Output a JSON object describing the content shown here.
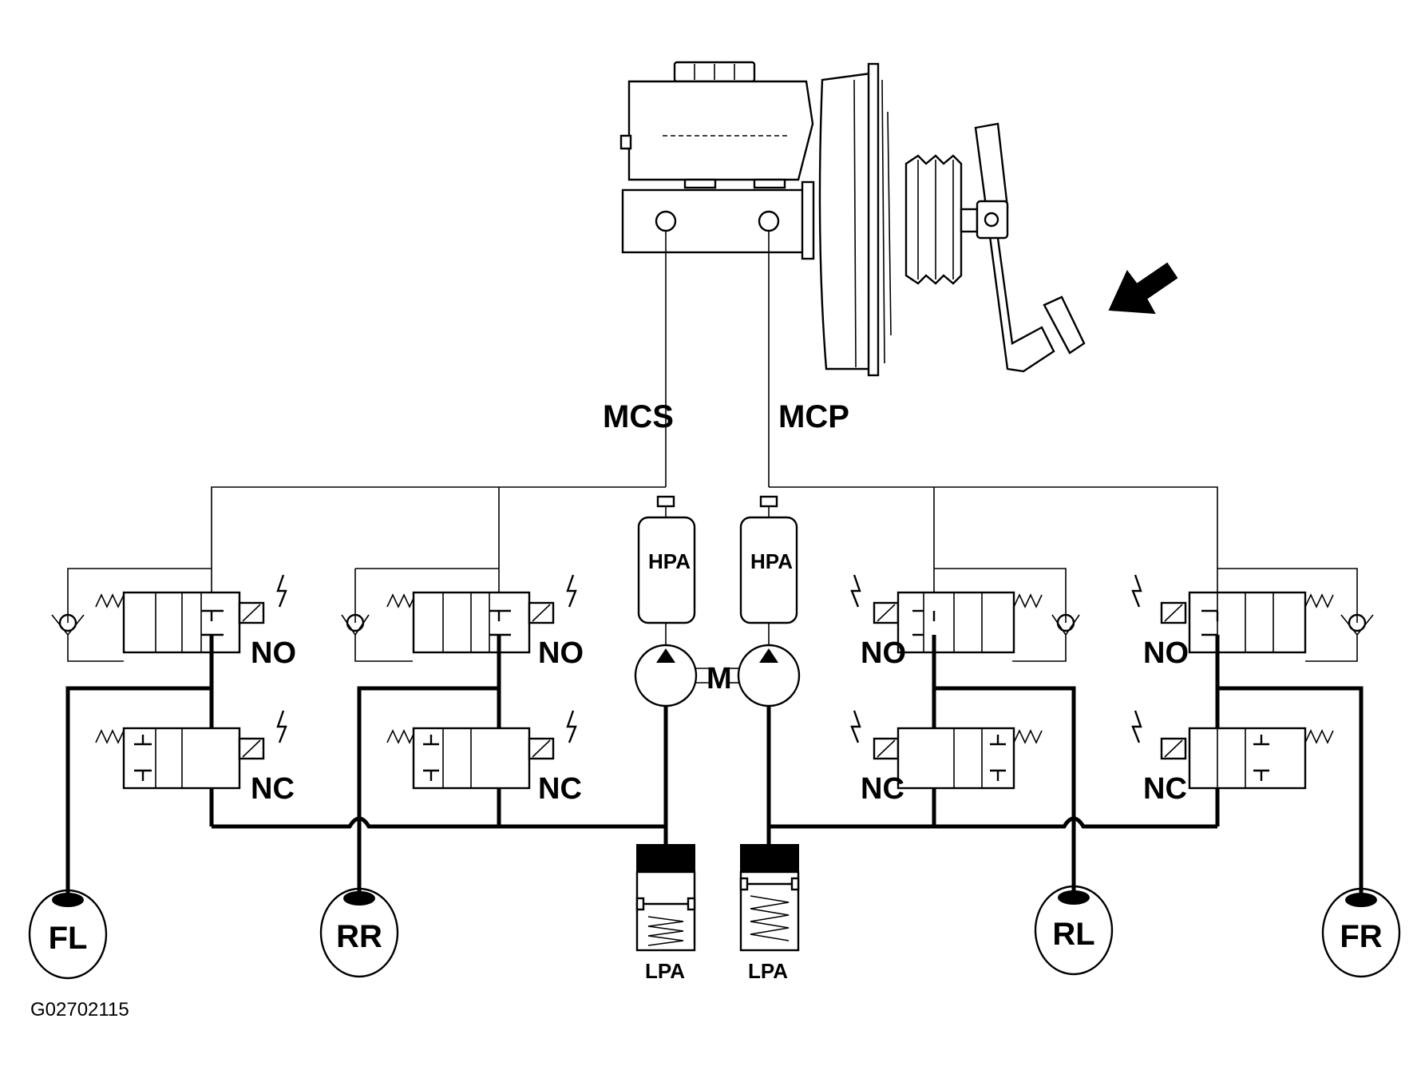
{
  "labels": {
    "mcs": "MCS",
    "mcp": "MCP",
    "hpa": "HPA",
    "m": "M",
    "lpa": "LPA",
    "no": "NO",
    "nc": "NC",
    "wheels": [
      "FL",
      "RR",
      "RL",
      "FR"
    ],
    "figure_id": "G02702115"
  },
  "icons": [
    "master-cylinder-icon",
    "brake-booster-icon",
    "brake-pedal-icon",
    "push-arrow-icon",
    "solenoid-valve-icon",
    "check-valve-icon",
    "pump-icon",
    "motor-icon",
    "accumulator-icon",
    "wheel-brake-icon"
  ]
}
